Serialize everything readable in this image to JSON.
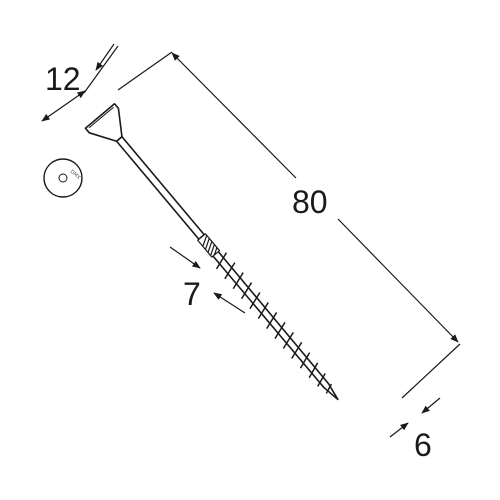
{
  "dimensions": {
    "head_diameter": "12",
    "length": "80",
    "shank_diameter": "7",
    "thread_diameter": "6"
  },
  "head_marking": "DMX",
  "colors": {
    "line": "#1a1a1a",
    "fill": "#ffffff"
  }
}
